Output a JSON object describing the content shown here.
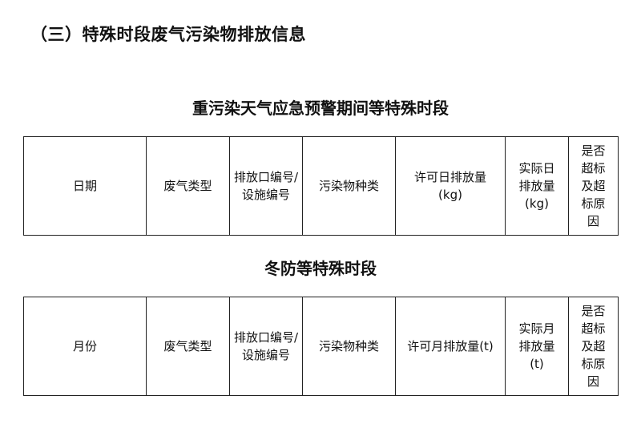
{
  "section_title": "（三）特殊时段废气污染物排放信息",
  "tables": [
    {
      "caption": "重污染天气应急预警期间等特殊时段",
      "headers": [
        "日期",
        "废气类型",
        "排放口编号/设施编号",
        "污染物种类",
        "许可日排放量(kg)",
        "实际日排放量(kg)",
        "是否超标及超标原因"
      ]
    },
    {
      "caption": "冬防等特殊时段",
      "headers": [
        "月份",
        "废气类型",
        "排放口编号/设施编号",
        "污染物种类",
        "许可月排放量(t)",
        "实际月排放量(t)",
        "是否超标及超标原因"
      ]
    }
  ]
}
